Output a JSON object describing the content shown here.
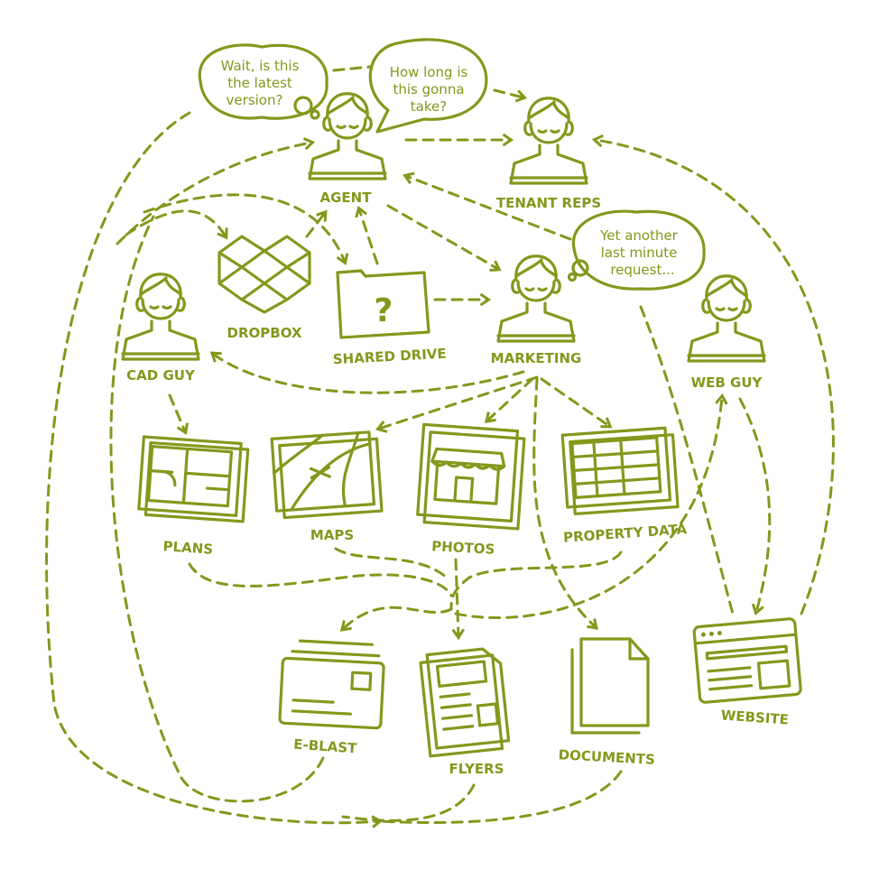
{
  "accent_color": "#82991c",
  "bubbles": {
    "agent_thought": [
      "Wait, is this",
      "the latest",
      "version?"
    ],
    "agent_speech": [
      "How long is",
      "this gonna",
      "take?"
    ],
    "marketing_thought": [
      "Yet another",
      "last minute",
      "request..."
    ]
  },
  "people": {
    "agent": "AGENT",
    "tenant_reps": "TENANT REPS",
    "marketing": "MARKETING",
    "cad_guy": "CAD GUY",
    "web_guy": "WEB GUY"
  },
  "storage": {
    "dropbox": "DROPBOX",
    "shared_drive": "SHARED DRIVE",
    "shared_drive_glyph": "?"
  },
  "assets": {
    "plans": "PLANS",
    "maps": "MAPS",
    "photos": "PHOTOS",
    "property_data": "PROPERTY DATA"
  },
  "outputs": {
    "e_blast": "E-BLAST",
    "flyers": "FLYERS",
    "documents": "DOCUMENTS",
    "website": "WEBSITE"
  }
}
